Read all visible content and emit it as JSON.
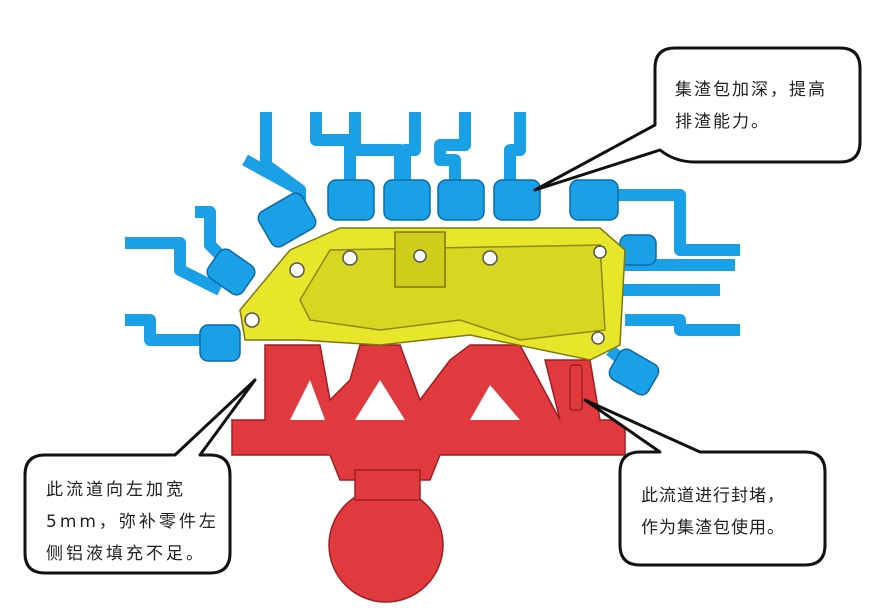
{
  "callouts": {
    "top_right": {
      "lines": [
        "集渣包加深，提高",
        "排渣能力。"
      ]
    },
    "bottom_left": {
      "lines": [
        "此流道向左加宽",
        "5mm，弥补零件左",
        "侧铝液填充不足。"
      ]
    },
    "bottom_right": {
      "lines": [
        "此流道进行封堵，",
        "作为集渣包使用。"
      ]
    }
  },
  "colors": {
    "overflow": "#1aa0e6",
    "casting": "#e8e62a",
    "runner": "#e03a3e",
    "outline": "#111111"
  }
}
